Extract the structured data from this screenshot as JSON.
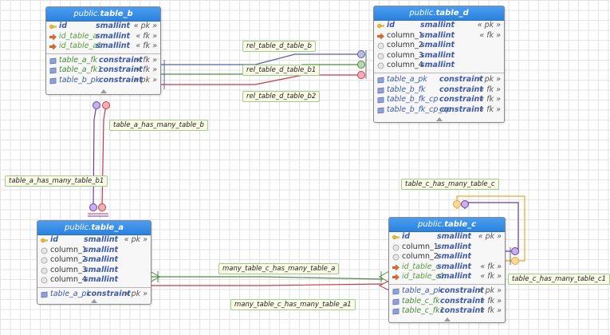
{
  "tables": {
    "table_b": {
      "schema": "public.",
      "name": "table_b",
      "rows": [
        {
          "name": "id",
          "type": "smallint",
          "flag": "« pk »",
          "icon": "key-icon",
          "kind": "pk"
        },
        {
          "name": "id_table_a",
          "type": "smallint",
          "flag": "« fk »",
          "icon": "fk-arrow-icon",
          "kind": "fkc"
        },
        {
          "name": "id_table_a1",
          "type": "smallint",
          "flag": "« fk »",
          "icon": "fk-arrow-icon",
          "kind": "fkc"
        }
      ],
      "constraints": [
        {
          "name": "table_a_fk",
          "type": "constraint",
          "flag": "« fk »",
          "icon": "constraint-icon",
          "kind": "fkcon"
        },
        {
          "name": "table_a_fk1",
          "type": "constraint",
          "flag": "« fk »",
          "icon": "constraint-icon",
          "kind": "fkcon"
        },
        {
          "name": "table_b_pk",
          "type": "constraint",
          "flag": "« pk »",
          "icon": "constraint-icon",
          "kind": "con"
        }
      ]
    },
    "table_d": {
      "schema": "public.",
      "name": "table_d",
      "rows": [
        {
          "name": "id",
          "type": "smallint",
          "flag": "« pk »",
          "icon": "key-icon",
          "kind": "pk"
        },
        {
          "name": "column_1",
          "type": "smallint",
          "flag": "« fk »",
          "icon": "fk-arrow-icon",
          "kind": "plain"
        },
        {
          "name": "column_2",
          "type": "smallint",
          "flag": "",
          "icon": "column-icon",
          "kind": "plain"
        },
        {
          "name": "column_3",
          "type": "smallint",
          "flag": "",
          "icon": "column-icon",
          "kind": "plain"
        },
        {
          "name": "column_4",
          "type": "smallint",
          "flag": "",
          "icon": "column-icon",
          "kind": "plain"
        }
      ],
      "constraints": [
        {
          "name": "table_a_pk",
          "type": "constraint",
          "flag": "« pk »",
          "icon": "constraint-icon",
          "kind": "con"
        },
        {
          "name": "table_b_fk",
          "type": "constraint",
          "flag": "« fk »",
          "icon": "constraint-icon",
          "kind": "con"
        },
        {
          "name": "table_b_fk_cp",
          "type": "constraint",
          "flag": "« fk »",
          "icon": "constraint-icon",
          "kind": "con"
        },
        {
          "name": "table_b_fk_cp_cp",
          "type": "constraint",
          "flag": "« fk »",
          "icon": "constraint-icon",
          "kind": "con"
        }
      ]
    },
    "table_a": {
      "schema": "public.",
      "name": "table_a",
      "rows": [
        {
          "name": "id",
          "type": "smallint",
          "flag": "« pk »",
          "icon": "key-icon",
          "kind": "pk"
        },
        {
          "name": "column_1",
          "type": "smallint",
          "flag": "",
          "icon": "column-icon",
          "kind": "plain"
        },
        {
          "name": "column_2",
          "type": "smallint",
          "flag": "",
          "icon": "column-icon",
          "kind": "plain"
        },
        {
          "name": "column_3",
          "type": "smallint",
          "flag": "",
          "icon": "column-icon",
          "kind": "plain"
        },
        {
          "name": "column_4",
          "type": "smallint",
          "flag": "",
          "icon": "column-icon",
          "kind": "plain"
        }
      ],
      "constraints": [
        {
          "name": "table_a_pk",
          "type": "constraint",
          "flag": "« pk »",
          "icon": "constraint-icon",
          "kind": "con"
        }
      ]
    },
    "table_c": {
      "schema": "public.",
      "name": "table_c",
      "rows": [
        {
          "name": "id",
          "type": "smallint",
          "flag": "« pk »",
          "icon": "key-icon",
          "kind": "pk"
        },
        {
          "name": "column_1",
          "type": "smallint",
          "flag": "",
          "icon": "column-icon",
          "kind": "plain"
        },
        {
          "name": "column_2",
          "type": "smallint",
          "flag": "",
          "icon": "column-icon",
          "kind": "plain"
        },
        {
          "name": "id_table_c",
          "type": "smallint",
          "flag": "« fk »",
          "icon": "fk-arrow-icon",
          "kind": "fkc"
        },
        {
          "name": "id_table_c1",
          "type": "smallint",
          "flag": "« fk »",
          "icon": "fk-arrow-icon",
          "kind": "fkc"
        }
      ],
      "constraints": [
        {
          "name": "table_a_pk",
          "type": "constraint",
          "flag": "« pk »",
          "icon": "constraint-icon",
          "kind": "con"
        },
        {
          "name": "table_c_fk",
          "type": "constraint",
          "flag": "« fk »",
          "icon": "constraint-icon",
          "kind": "fkcon"
        },
        {
          "name": "table_c_fk1",
          "type": "constraint",
          "flag": "« fk »",
          "icon": "constraint-icon",
          "kind": "fkcon"
        }
      ]
    }
  },
  "relationships": {
    "rel_d_b": "rel_table_d_table_b",
    "rel_d_b1": "rel_table_d_table_b1",
    "rel_d_b2": "rel_table_d_table_b2",
    "a_many_b": "table_a_has_many_table_b",
    "a_many_b1": "table_a_has_many_table_b1",
    "c_many_c": "table_c_has_many_table_c",
    "c_many_c1": "table_c_has_many_table_c1",
    "many_c_a": "many_table_c_has_many_table_a",
    "many_c_a1": "many_table_c_has_many_table_a1"
  },
  "colors": {
    "header": "#2b82dd",
    "rel_blue": "#5560a8",
    "rel_green": "#4e8a45",
    "rel_red": "#c9384a",
    "rel_purple": "#6e3fa8",
    "rel_orange": "#e8a830",
    "label_border": "#9ccf8c"
  }
}
